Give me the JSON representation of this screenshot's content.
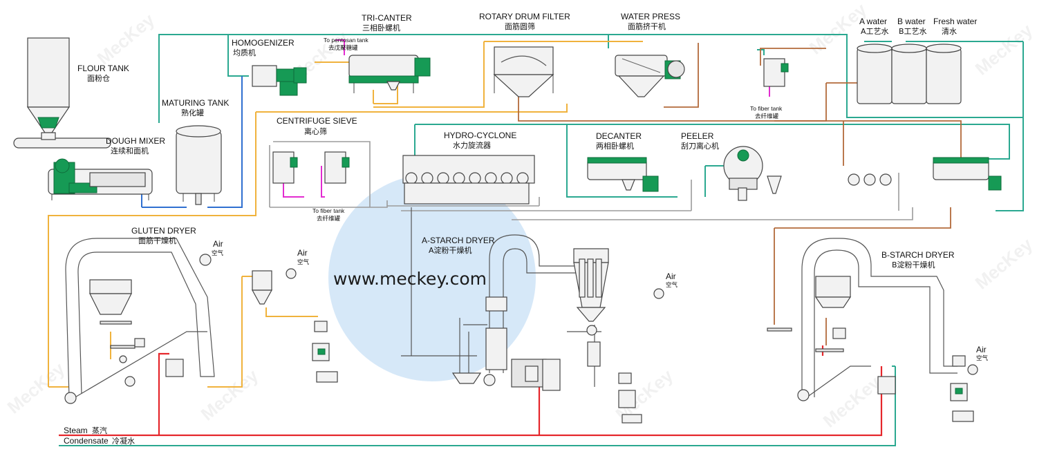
{
  "labels": {
    "flour_tank_en": "FLOUR TANK",
    "flour_tank_cn": "面粉仓",
    "dough_mixer_en": "DOUGH MIXER",
    "dough_mixer_cn": "连续和面机",
    "maturing_tank_en": "MATURING TANK",
    "maturing_tank_cn": "熟化罐",
    "homogenizer_en": "HOMOGENIZER",
    "homogenizer_cn": "均质机",
    "to_pentosan_en": "To pentosan tank",
    "to_pentosan_cn": "去戊聚糖罐",
    "tri_canter_en": "TRI-CANTER",
    "tri_canter_cn": "三相卧螺机",
    "rotary_drum_en": "ROTARY DRUM FILTER",
    "rotary_drum_cn": "面筋圆筛",
    "water_press_en": "WATER PRESS",
    "water_press_cn": "面筋挤干机",
    "to_fiber_1_en": "To fiber tank",
    "to_fiber_1_cn": "去纤维罐",
    "a_water_en": "A water",
    "a_water_cn": "A工艺水",
    "b_water_en": "B water",
    "b_water_cn": "B工艺水",
    "fresh_water_en": "Fresh water",
    "fresh_water_cn": "清水",
    "centrifuge_sieve_en": "CENTRIFUGE SIEVE",
    "centrifuge_sieve_cn": "离心筛",
    "to_fiber_2_en": "To fiber tank",
    "to_fiber_2_cn": "去纤维罐",
    "hydro_cyclone_en": "HYDRO-CYCLONE",
    "hydro_cyclone_cn": "水力旋流器",
    "decanter_en": "DECANTER",
    "decanter_cn": "两相卧螺机",
    "peeler_en": "PEELER",
    "peeler_cn": "刮刀离心机",
    "gluten_dryer_en": "GLUTEN DRYER",
    "gluten_dryer_cn": "面筋干燥机",
    "a_starch_dryer_en": "A-STARCH DRYER",
    "a_starch_dryer_cn": "A淀粉干燥机",
    "b_starch_dryer_en": "B-STARCH DRYER",
    "b_starch_dryer_cn": "B淀粉干燥机",
    "air_en": "Air",
    "air_cn": "空气",
    "steam_en": "Steam",
    "steam_cn": "蒸汽",
    "condensate_en": "Condensate",
    "condensate_cn": "冷凝水",
    "website": "www.meckey.com",
    "watermark": "MecKey"
  },
  "colors": {
    "equipment_green": "#169a55",
    "pipe_orange": "#f0b23c",
    "pipe_teal": "#2aa890",
    "pipe_blue": "#2f6fd0",
    "pipe_brown": "#b26a3a",
    "pipe_red": "#e5262b",
    "pipe_magenta": "#e22bd0",
    "highlight_blue": "#cfe4f7"
  }
}
